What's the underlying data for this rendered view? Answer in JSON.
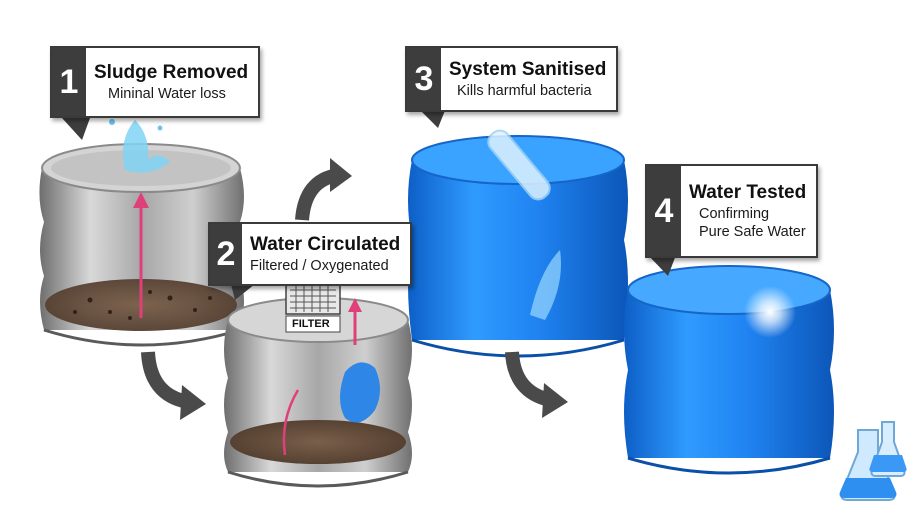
{
  "steps": [
    {
      "number": "1",
      "title": "Sludge Removed",
      "subtitle": "Mininal Water loss"
    },
    {
      "number": "2",
      "title": "Water Circulated",
      "subtitle": "Filtered / Oxygenated"
    },
    {
      "number": "3",
      "title": "System Sanitised",
      "subtitle": "Kills harmful bacteria"
    },
    {
      "number": "4",
      "title": "Water Tested",
      "subtitle_line1": "Confirming",
      "subtitle_line2": "Pure Safe Water"
    }
  ],
  "filter_label": "FILTER",
  "colors": {
    "steel": "#b8b8b8",
    "water_blue": "#1e88e5",
    "sludge": "#6b5240",
    "arrow_gray": "#4a4a4a",
    "flow_pink": "#e0407a",
    "callout_dark": "#3d3d3d"
  }
}
